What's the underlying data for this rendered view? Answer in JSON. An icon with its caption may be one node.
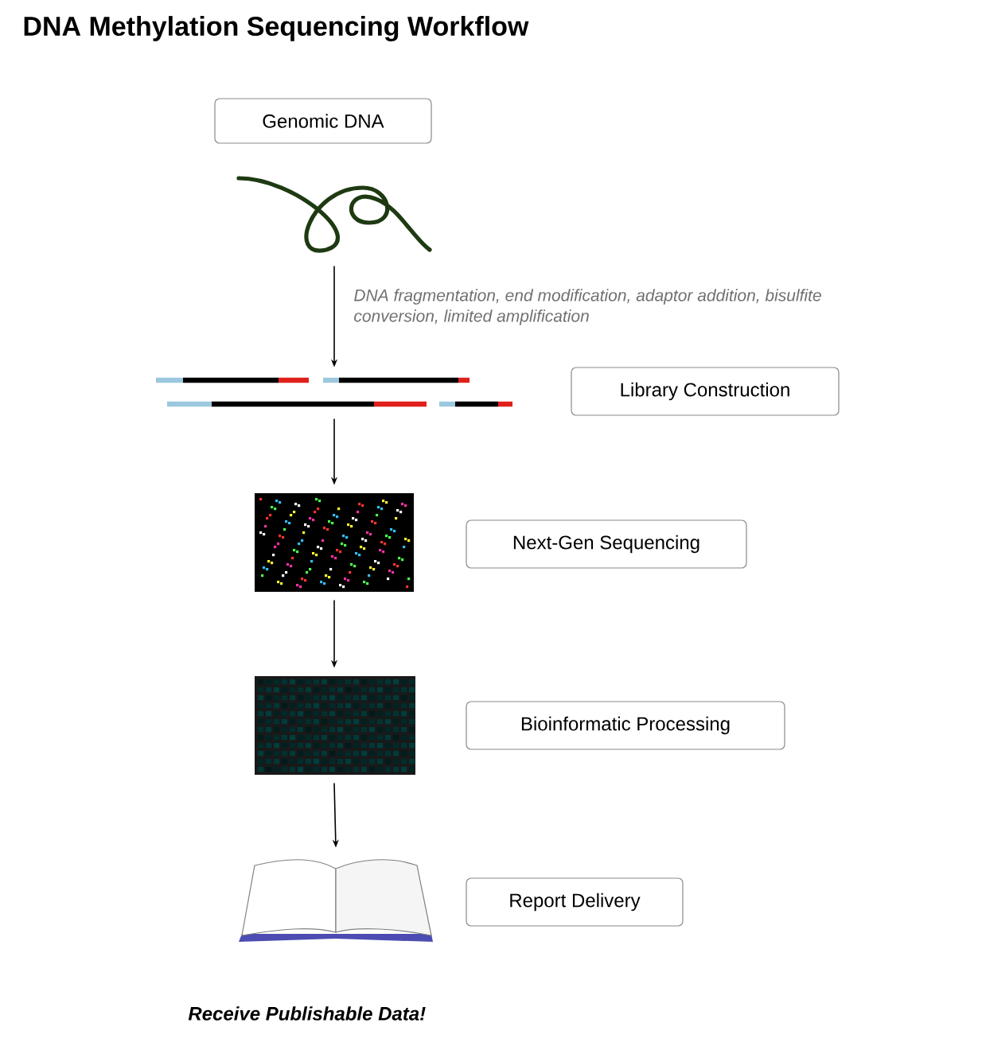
{
  "diagram": {
    "title": "DNA Methylation Sequencing Workflow",
    "nodes": [
      {
        "text": [
          "Genomic DNA"
        ]
      },
      {
        "text": [],
        "shape": "picture"
      },
      {
        "text": [],
        "shape": "picture"
      },
      {
        "text": [
          "Library Construction"
        ]
      },
      {
        "text": [],
        "shape": "picture"
      },
      {
        "text": [
          "Next-Gen Sequencing"
        ]
      },
      {
        "text": [],
        "shape": "picture"
      },
      {
        "text": [
          "Bioinformatic Processing"
        ]
      },
      {
        "text": [],
        "shape": "picture"
      },
      {
        "text": [
          "Report Delivery"
        ]
      }
    ],
    "edges": [
      {
        "from": 1,
        "to": 2,
        "arrow": "to",
        "label": "DNA fragmentation, end modification, adaptor addition, bisulfite conversion, limited amplification"
      },
      {
        "from": 2,
        "to": 4,
        "arrow": "to"
      },
      {
        "from": 4,
        "to": 6,
        "arrow": "to"
      },
      {
        "from": 6,
        "to": 8,
        "arrow": "to"
      }
    ],
    "labels": [
      "Receive Publishable Data!"
    ]
  }
}
